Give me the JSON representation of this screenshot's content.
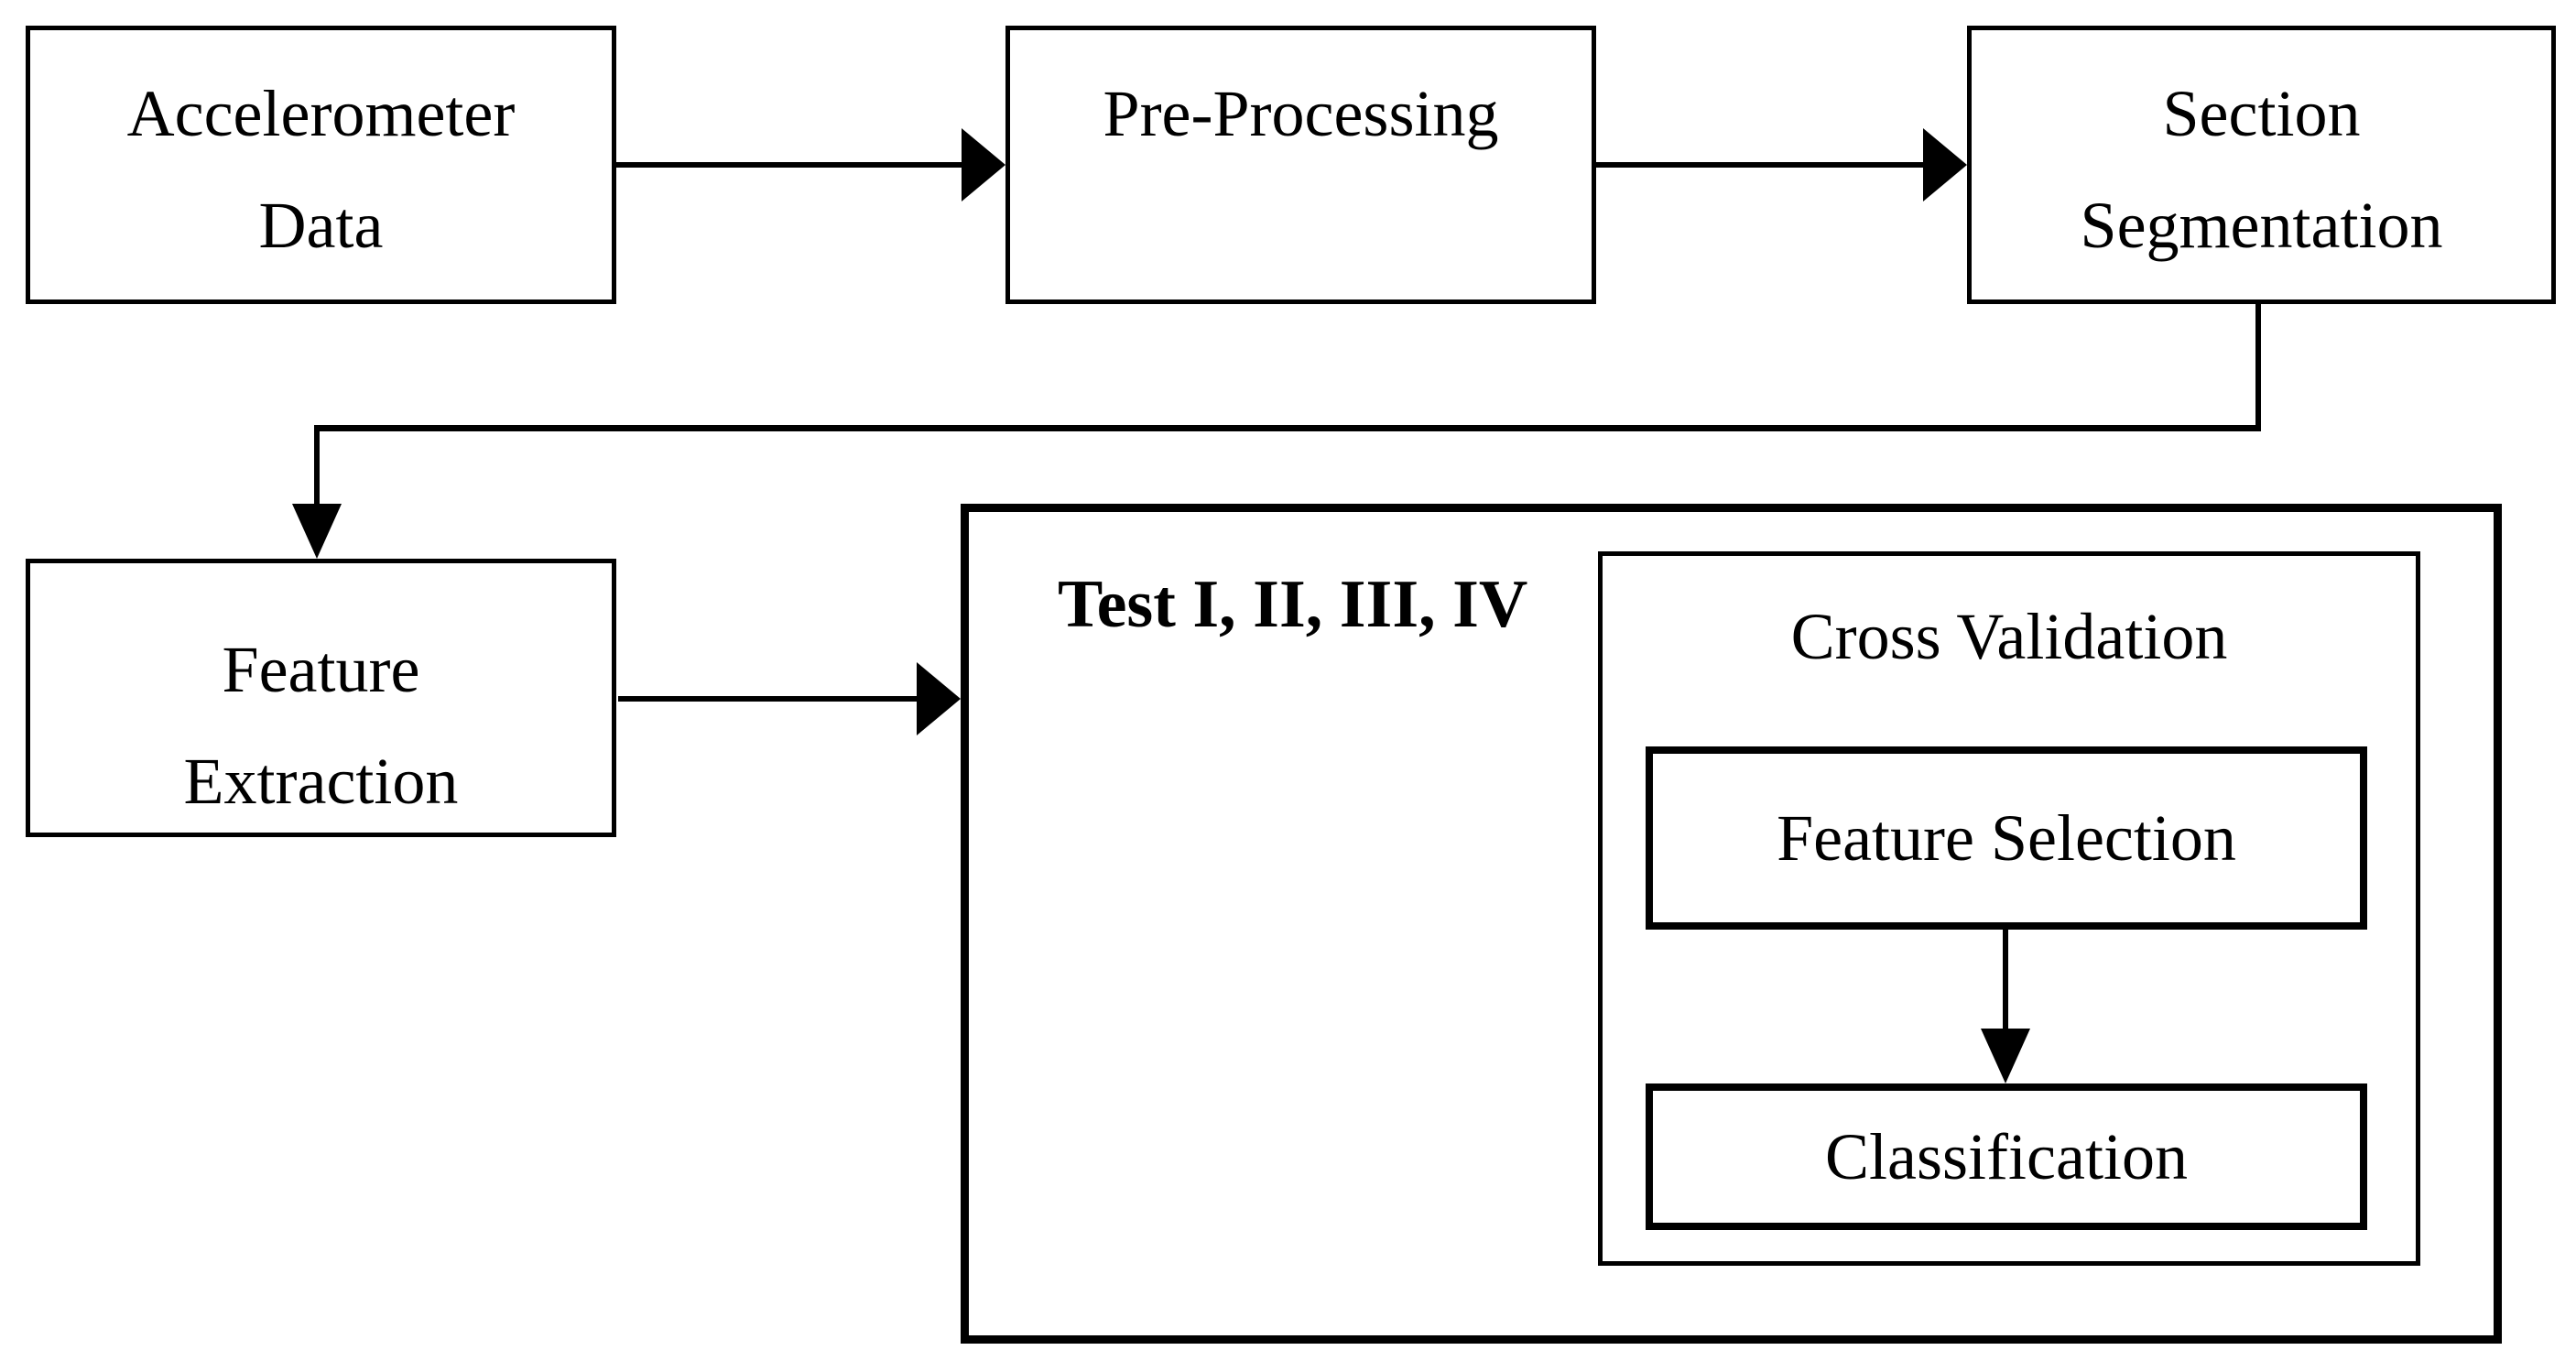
{
  "diagram": {
    "type": "flowchart",
    "background_color": "#ffffff",
    "stroke_color": "#000000",
    "nodes": {
      "accelerometer_data": {
        "lines": [
          "Accelerometer",
          "Data"
        ]
      },
      "pre_processing": {
        "lines": [
          "Pre-Processing"
        ]
      },
      "section_segmentation": {
        "lines": [
          "Section",
          "Segmentation"
        ]
      },
      "feature_extraction": {
        "lines": [
          "Feature",
          "Extraction"
        ]
      },
      "test_group": {
        "label": "Test I, II, III, IV"
      },
      "cross_validation": {
        "label": "Cross Validation"
      },
      "feature_selection": {
        "label": "Feature Selection"
      },
      "classification": {
        "label": "Classification"
      }
    },
    "edges": [
      {
        "from": "accelerometer_data",
        "to": "pre_processing"
      },
      {
        "from": "pre_processing",
        "to": "section_segmentation"
      },
      {
        "from": "section_segmentation",
        "to": "feature_extraction"
      },
      {
        "from": "feature_extraction",
        "to": "test_group"
      },
      {
        "from": "feature_selection",
        "to": "classification"
      }
    ]
  }
}
